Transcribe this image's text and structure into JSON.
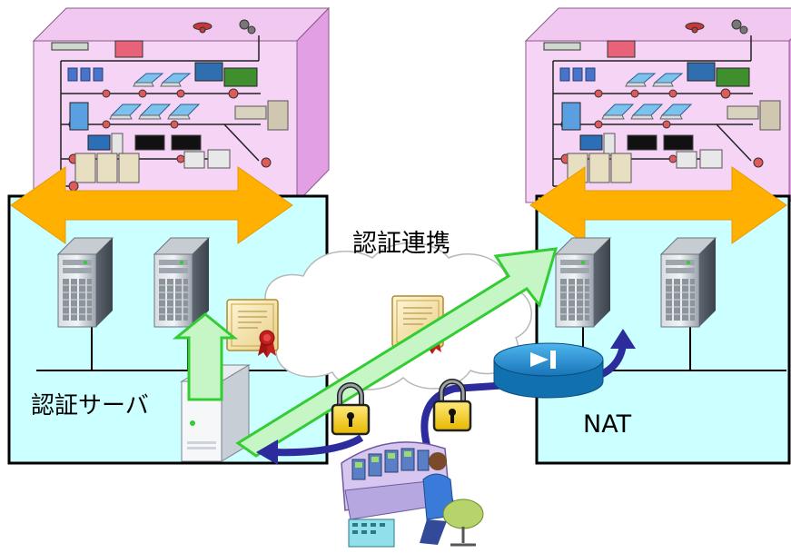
{
  "labels": {
    "auth_federation": "認証連携",
    "auth_server": "認証サーバ",
    "nat": "NAT"
  },
  "icons": {
    "building": "building-rack-icon",
    "server": "server-tower-icon",
    "certificate": "certificate-icon",
    "lock": "padlock-icon",
    "router": "nat-router-icon",
    "operator": "operator-console-icon"
  },
  "colors": {
    "zone_fill": "#ccffff",
    "zone_border": "#000000",
    "building_front": "#f5d0f5",
    "building_side": "#e7a6e7",
    "orange_arrow": "#ffb000",
    "green_arrow": "#c6f5c6",
    "green_arrow_border": "#33cc33",
    "navy_arrow": "#2c2c9c",
    "cloud_fill": "#ffffff",
    "router_fill": "#1e8fd0"
  }
}
